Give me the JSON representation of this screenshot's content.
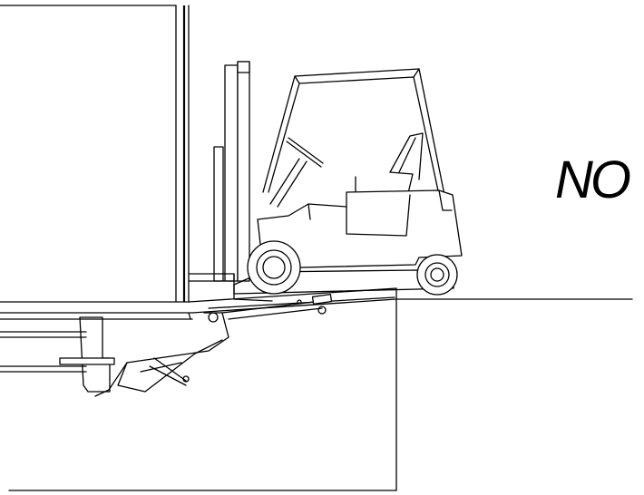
{
  "diagram": {
    "verdict_label": "NO",
    "colors": {
      "stroke": "#000000",
      "background": "#ffffff"
    },
    "parts": [
      "trailer",
      "forklift",
      "dock-leveler",
      "loading-dock"
    ]
  }
}
